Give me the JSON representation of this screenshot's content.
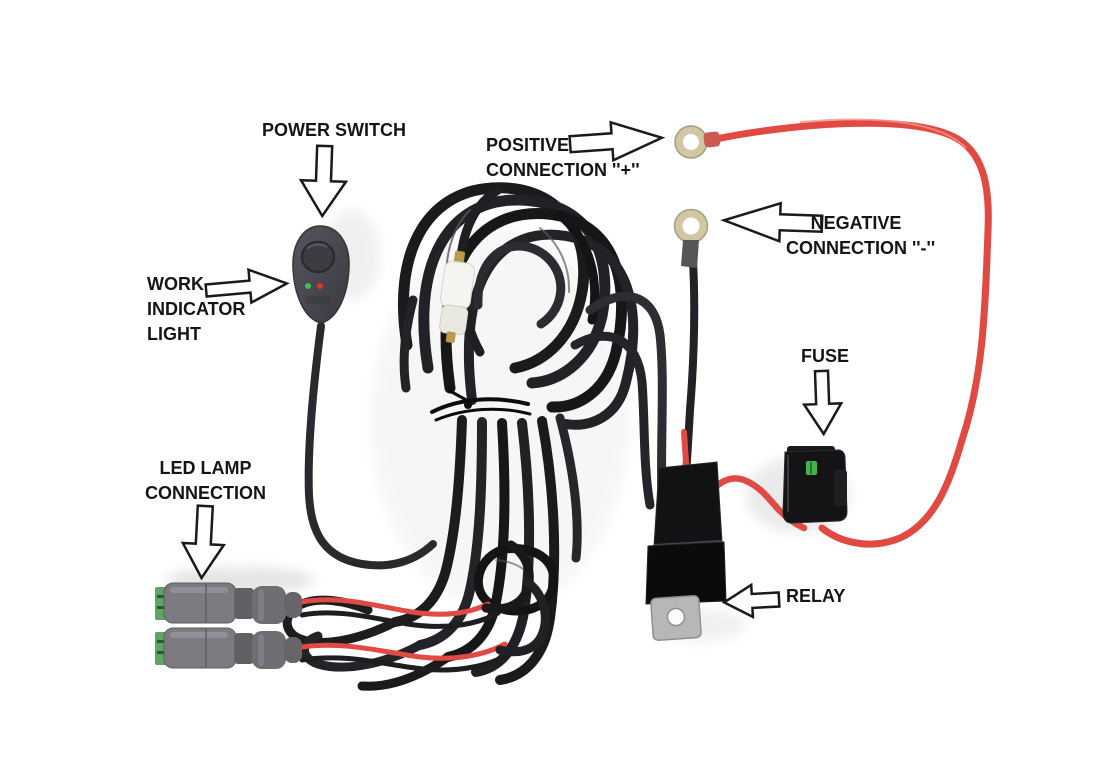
{
  "page": {
    "background": "#ffffff",
    "description": "Annotated photo diagram of an LED lamp wiring harness kit (switch, relay, fuse, battery ring terminals, two lamp connectors) on a white background"
  },
  "annotations": [
    {
      "id": "power-switch",
      "lines": [
        "POWER SWITCH"
      ],
      "arrow_direction": "down"
    },
    {
      "id": "positive-connection",
      "lines": [
        "POSITIVE",
        "CONNECTION ''+''"
      ],
      "arrow_direction": "right"
    },
    {
      "id": "negative-connection",
      "lines": [
        "NEGATIVE",
        "CONNECTION ''-''"
      ],
      "arrow_direction": "left"
    },
    {
      "id": "work-indicator-light",
      "lines": [
        "WORK",
        "INDICATOR",
        "LIGHT"
      ],
      "arrow_direction": "right"
    },
    {
      "id": "fuse",
      "lines": [
        "FUSE"
      ],
      "arrow_direction": "down"
    },
    {
      "id": "relay",
      "lines": [
        "RELAY"
      ],
      "arrow_direction": "left"
    },
    {
      "id": "led-lamp-connection",
      "lines": [
        "LED LAMP",
        "CONNECTION"
      ],
      "arrow_direction": "down"
    }
  ],
  "components": [
    "power-switch-pod",
    "work-indicator-leds-green-red",
    "positive-ring-terminal-red-wire",
    "negative-ring-terminal-black-wire",
    "coiled-black-wiring-harness",
    "white-inline-connector",
    "cable-tie",
    "fuse-holder-with-green-fuse",
    "relay-with-metal-mounting-tab",
    "led-lamp-connector-1",
    "led-lamp-connector-2"
  ],
  "colors": {
    "label_text": "#151515",
    "arrow_fill": "#ffffff",
    "arrow_outline": "#1a1a1a",
    "wire_black": "#1d1d20",
    "wire_red": "#e04a42",
    "ring_terminal_brass": "#d2c7a4",
    "connector_gray": "#7b7b80",
    "connector_seal_green": "#5fa463",
    "fuse_green": "#46b44e",
    "led_green": "#3fbf52",
    "led_red": "#d43a2e",
    "relay_tab_silver": "#b7b7b9"
  }
}
